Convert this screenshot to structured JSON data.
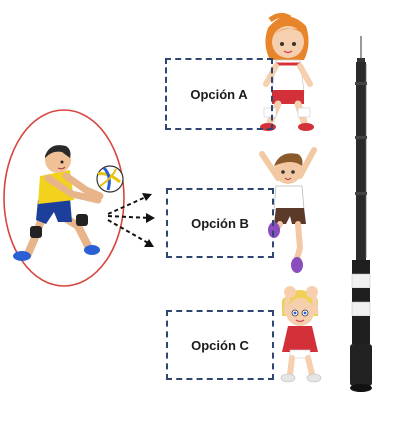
{
  "options": [
    {
      "label": "Opción A"
    },
    {
      "label": "Opción B"
    },
    {
      "label": "Opción C"
    }
  ],
  "icons": {
    "player": "volleyball-player-bumping-icon",
    "ball": "volleyball-icon",
    "child_a": "girl-ready-stance-icon",
    "child_b": "boy-arms-raised-icon",
    "child_c": "girl-overhead-set-icon",
    "pole": "net-antenna-pole-icon"
  },
  "colors": {
    "circle": "#d9453e",
    "box_border": "#2f4673",
    "arrow": "#111111",
    "jersey": "#f2d21c",
    "shorts": "#1d3f9c"
  }
}
